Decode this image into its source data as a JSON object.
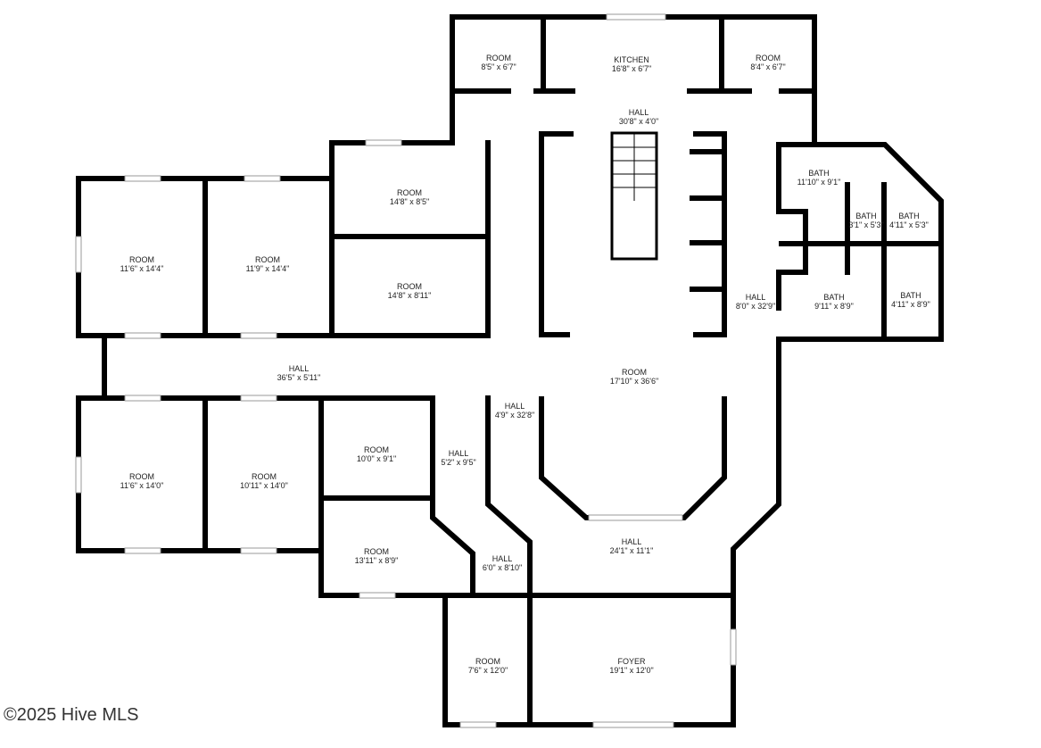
{
  "rooms": [
    {
      "name": "ROOM",
      "size": "8'5\" x 6'7\""
    },
    {
      "name": "KITCHEN",
      "size": "16'8\" x 6'7\""
    },
    {
      "name": "ROOM",
      "size": "8'4\" x 6'7\""
    },
    {
      "name": "HALL",
      "size": "30'8\" x 4'0\""
    },
    {
      "name": "ROOM",
      "size": "14'8\" x 8'5\""
    },
    {
      "name": "ROOM",
      "size": "14'8\" x 8'11\""
    },
    {
      "name": "ROOM",
      "size": "11'6\" x 14'4\""
    },
    {
      "name": "ROOM",
      "size": "11'9\" x 14'4\""
    },
    {
      "name": "BATH",
      "size": "11'10\" x 9'1\""
    },
    {
      "name": "BATH",
      "size": "3'1\" x 5'3\""
    },
    {
      "name": "BATH",
      "size": "4'11\" x 5'3\""
    },
    {
      "name": "BATH",
      "size": "9'11\" x 8'9\""
    },
    {
      "name": "BATH",
      "size": "4'11\" x 8'9\""
    },
    {
      "name": "HALL",
      "size": "8'0\" x 32'9\""
    },
    {
      "name": "HALL",
      "size": "36'5\" x 5'11\""
    },
    {
      "name": "ROOM",
      "size": "17'10\" x 36'6\""
    },
    {
      "name": "HALL",
      "size": "4'9\" x 32'8\""
    },
    {
      "name": "ROOM",
      "size": "11'6\" x 14'0\""
    },
    {
      "name": "ROOM",
      "size": "10'11\" x 14'0\""
    },
    {
      "name": "ROOM",
      "size": "10'0\" x 9'1\""
    },
    {
      "name": "HALL",
      "size": "5'2\" x 9'5\""
    },
    {
      "name": "ROOM",
      "size": "13'11\" x 8'9\""
    },
    {
      "name": "HALL",
      "size": "6'0\" x 8'10\""
    },
    {
      "name": "HALL",
      "size": "24'1\" x 11'1\""
    },
    {
      "name": "ROOM",
      "size": "7'6\" x 12'0\""
    },
    {
      "name": "FOYER",
      "size": "19'1\" x 12'0\""
    }
  ],
  "watermark": "©2025 Hive MLS"
}
